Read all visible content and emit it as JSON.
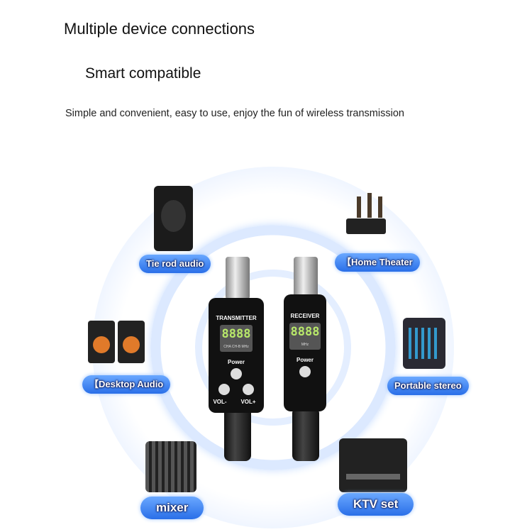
{
  "heading": "Multiple device connections",
  "subheading": "Smart compatible",
  "tagline": "Simple and convenient, easy to use, enjoy the fun of wireless transmission",
  "devices": {
    "tie_rod": "Tie rod audio",
    "home_theater": "【Home Theater",
    "desktop": "【Desktop Audio",
    "portable": "Portable stereo",
    "mixer": "mixer",
    "ktv": "KTV set"
  },
  "transmitter": {
    "title": "TRANSMITTER",
    "display": "8888",
    "units": "CHA  CH-B  MHz",
    "power": "Power",
    "vol_minus": "VOL-",
    "vol_plus": "VOL+"
  },
  "receiver": {
    "title": "RECEIVER",
    "display": "8888",
    "units": "MHz",
    "power": "Power"
  },
  "colors": {
    "accent": "#2a6fe8",
    "ring": "#bcd6ff"
  }
}
